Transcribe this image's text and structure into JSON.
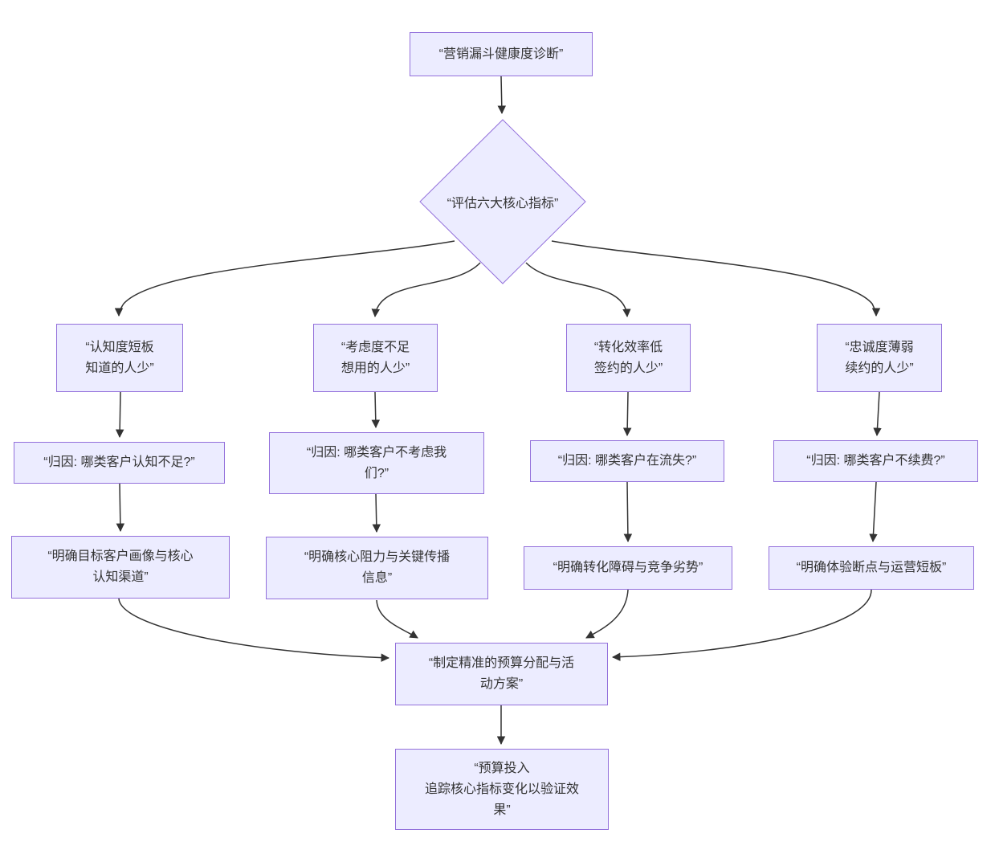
{
  "colors": {
    "node_fill": "#ECECFF",
    "node_border": "#9370DB",
    "edge_color": "#333333",
    "text_color": "#333333",
    "background": "#ffffff"
  },
  "nodes": {
    "start": {
      "label": "“营销漏斗健康度诊断”",
      "shape": "rect"
    },
    "decision": {
      "label": "“评估六大核心指标”",
      "shape": "diamond"
    },
    "awareness": {
      "label": "“认知度短板\n知道的人少”",
      "shape": "rect"
    },
    "consideration": {
      "label": "“考虑度不足\n想用的人少”",
      "shape": "rect"
    },
    "conversion": {
      "label": "“转化效率低\n签约的人少”",
      "shape": "rect"
    },
    "loyalty": {
      "label": "“忠诚度薄弱\n续约的人少”",
      "shape": "rect"
    },
    "attr_awareness": {
      "label": "“归因: 哪类客户认知不足?”",
      "shape": "rect"
    },
    "attr_consideration": {
      "label": "“归因: 哪类客户不考虑我\n们?”",
      "shape": "rect"
    },
    "attr_conversion": {
      "label": "“归因: 哪类客户在流失?”",
      "shape": "rect"
    },
    "attr_loyalty": {
      "label": "“归因: 哪类客户不续费?”",
      "shape": "rect"
    },
    "out_awareness": {
      "label": "“明确目标客户画像与核心\n认知渠道”",
      "shape": "rect"
    },
    "out_consideration": {
      "label": "“明确核心阻力与关键传播\n信息”",
      "shape": "rect"
    },
    "out_conversion": {
      "label": "“明确转化障碍与竞争劣势”",
      "shape": "rect"
    },
    "out_loyalty": {
      "label": "“明确体验断点与运营短板”",
      "shape": "rect"
    },
    "plan": {
      "label": "“制定精准的预算分配与活\n动方案”",
      "shape": "rect"
    },
    "track": {
      "label": "“预算投入\n追踪核心指标变化以验证效\n果”",
      "shape": "rect"
    }
  },
  "edges": [
    {
      "from": "start",
      "to": "decision"
    },
    {
      "from": "decision",
      "to": "awareness"
    },
    {
      "from": "decision",
      "to": "consideration"
    },
    {
      "from": "decision",
      "to": "conversion"
    },
    {
      "from": "decision",
      "to": "loyalty"
    },
    {
      "from": "awareness",
      "to": "attr_awareness"
    },
    {
      "from": "consideration",
      "to": "attr_consideration"
    },
    {
      "from": "conversion",
      "to": "attr_conversion"
    },
    {
      "from": "loyalty",
      "to": "attr_loyalty"
    },
    {
      "from": "attr_awareness",
      "to": "out_awareness"
    },
    {
      "from": "attr_consideration",
      "to": "out_consideration"
    },
    {
      "from": "attr_conversion",
      "to": "out_conversion"
    },
    {
      "from": "attr_loyalty",
      "to": "out_loyalty"
    },
    {
      "from": "out_awareness",
      "to": "plan"
    },
    {
      "from": "out_consideration",
      "to": "plan"
    },
    {
      "from": "out_conversion",
      "to": "plan"
    },
    {
      "from": "out_loyalty",
      "to": "plan"
    },
    {
      "from": "plan",
      "to": "track"
    }
  ]
}
